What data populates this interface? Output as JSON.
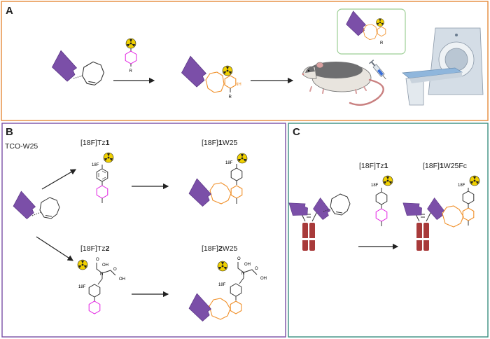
{
  "colors": {
    "panel_a_border": "#e58a3a",
    "panel_b_border": "#7a4fa5",
    "panel_c_border": "#3a8f80",
    "antibody": "#7b4fa8",
    "antibody_fc": "#a83a3a",
    "tetrazine": "#e21ee2",
    "ligated_ring": "#f0902a",
    "radioactive_badge": "#f0d000",
    "inset_border": "#9cce94"
  },
  "icons": [
    "radioactive-icon",
    "antibody-fragment-icon",
    "rat-illustration",
    "syringe-icon",
    "pet-scanner-icon"
  ],
  "panels": {
    "a": {
      "letter": "A",
      "r_label_tetrazine": "R",
      "r_label_product": "R",
      "r_label_inset": "R",
      "nh_label": "NH"
    },
    "b": {
      "letter": "B",
      "tco_label": "TCO-W25",
      "tz1_iso": "[18F]",
      "tz1_name": "Tz",
      "tz1_num": "1",
      "p1_iso": "[18F]",
      "p1_num": "1",
      "p1_name": "W25",
      "tz2_iso": "[18F]",
      "tz2_name": "Tz",
      "tz2_num": "2",
      "p2_iso": "[18F]",
      "p2_num": "2",
      "p2_name": "W25",
      "f18": "18F",
      "oh": "OH",
      "o": "O",
      "n": "N"
    },
    "c": {
      "letter": "C",
      "tz1_iso": "[18F]",
      "tz1_name": "Tz",
      "tz1_num": "1",
      "p_iso": "[18F]",
      "p_num": "1",
      "p_name": "W25Fc",
      "f18": "18F"
    }
  }
}
